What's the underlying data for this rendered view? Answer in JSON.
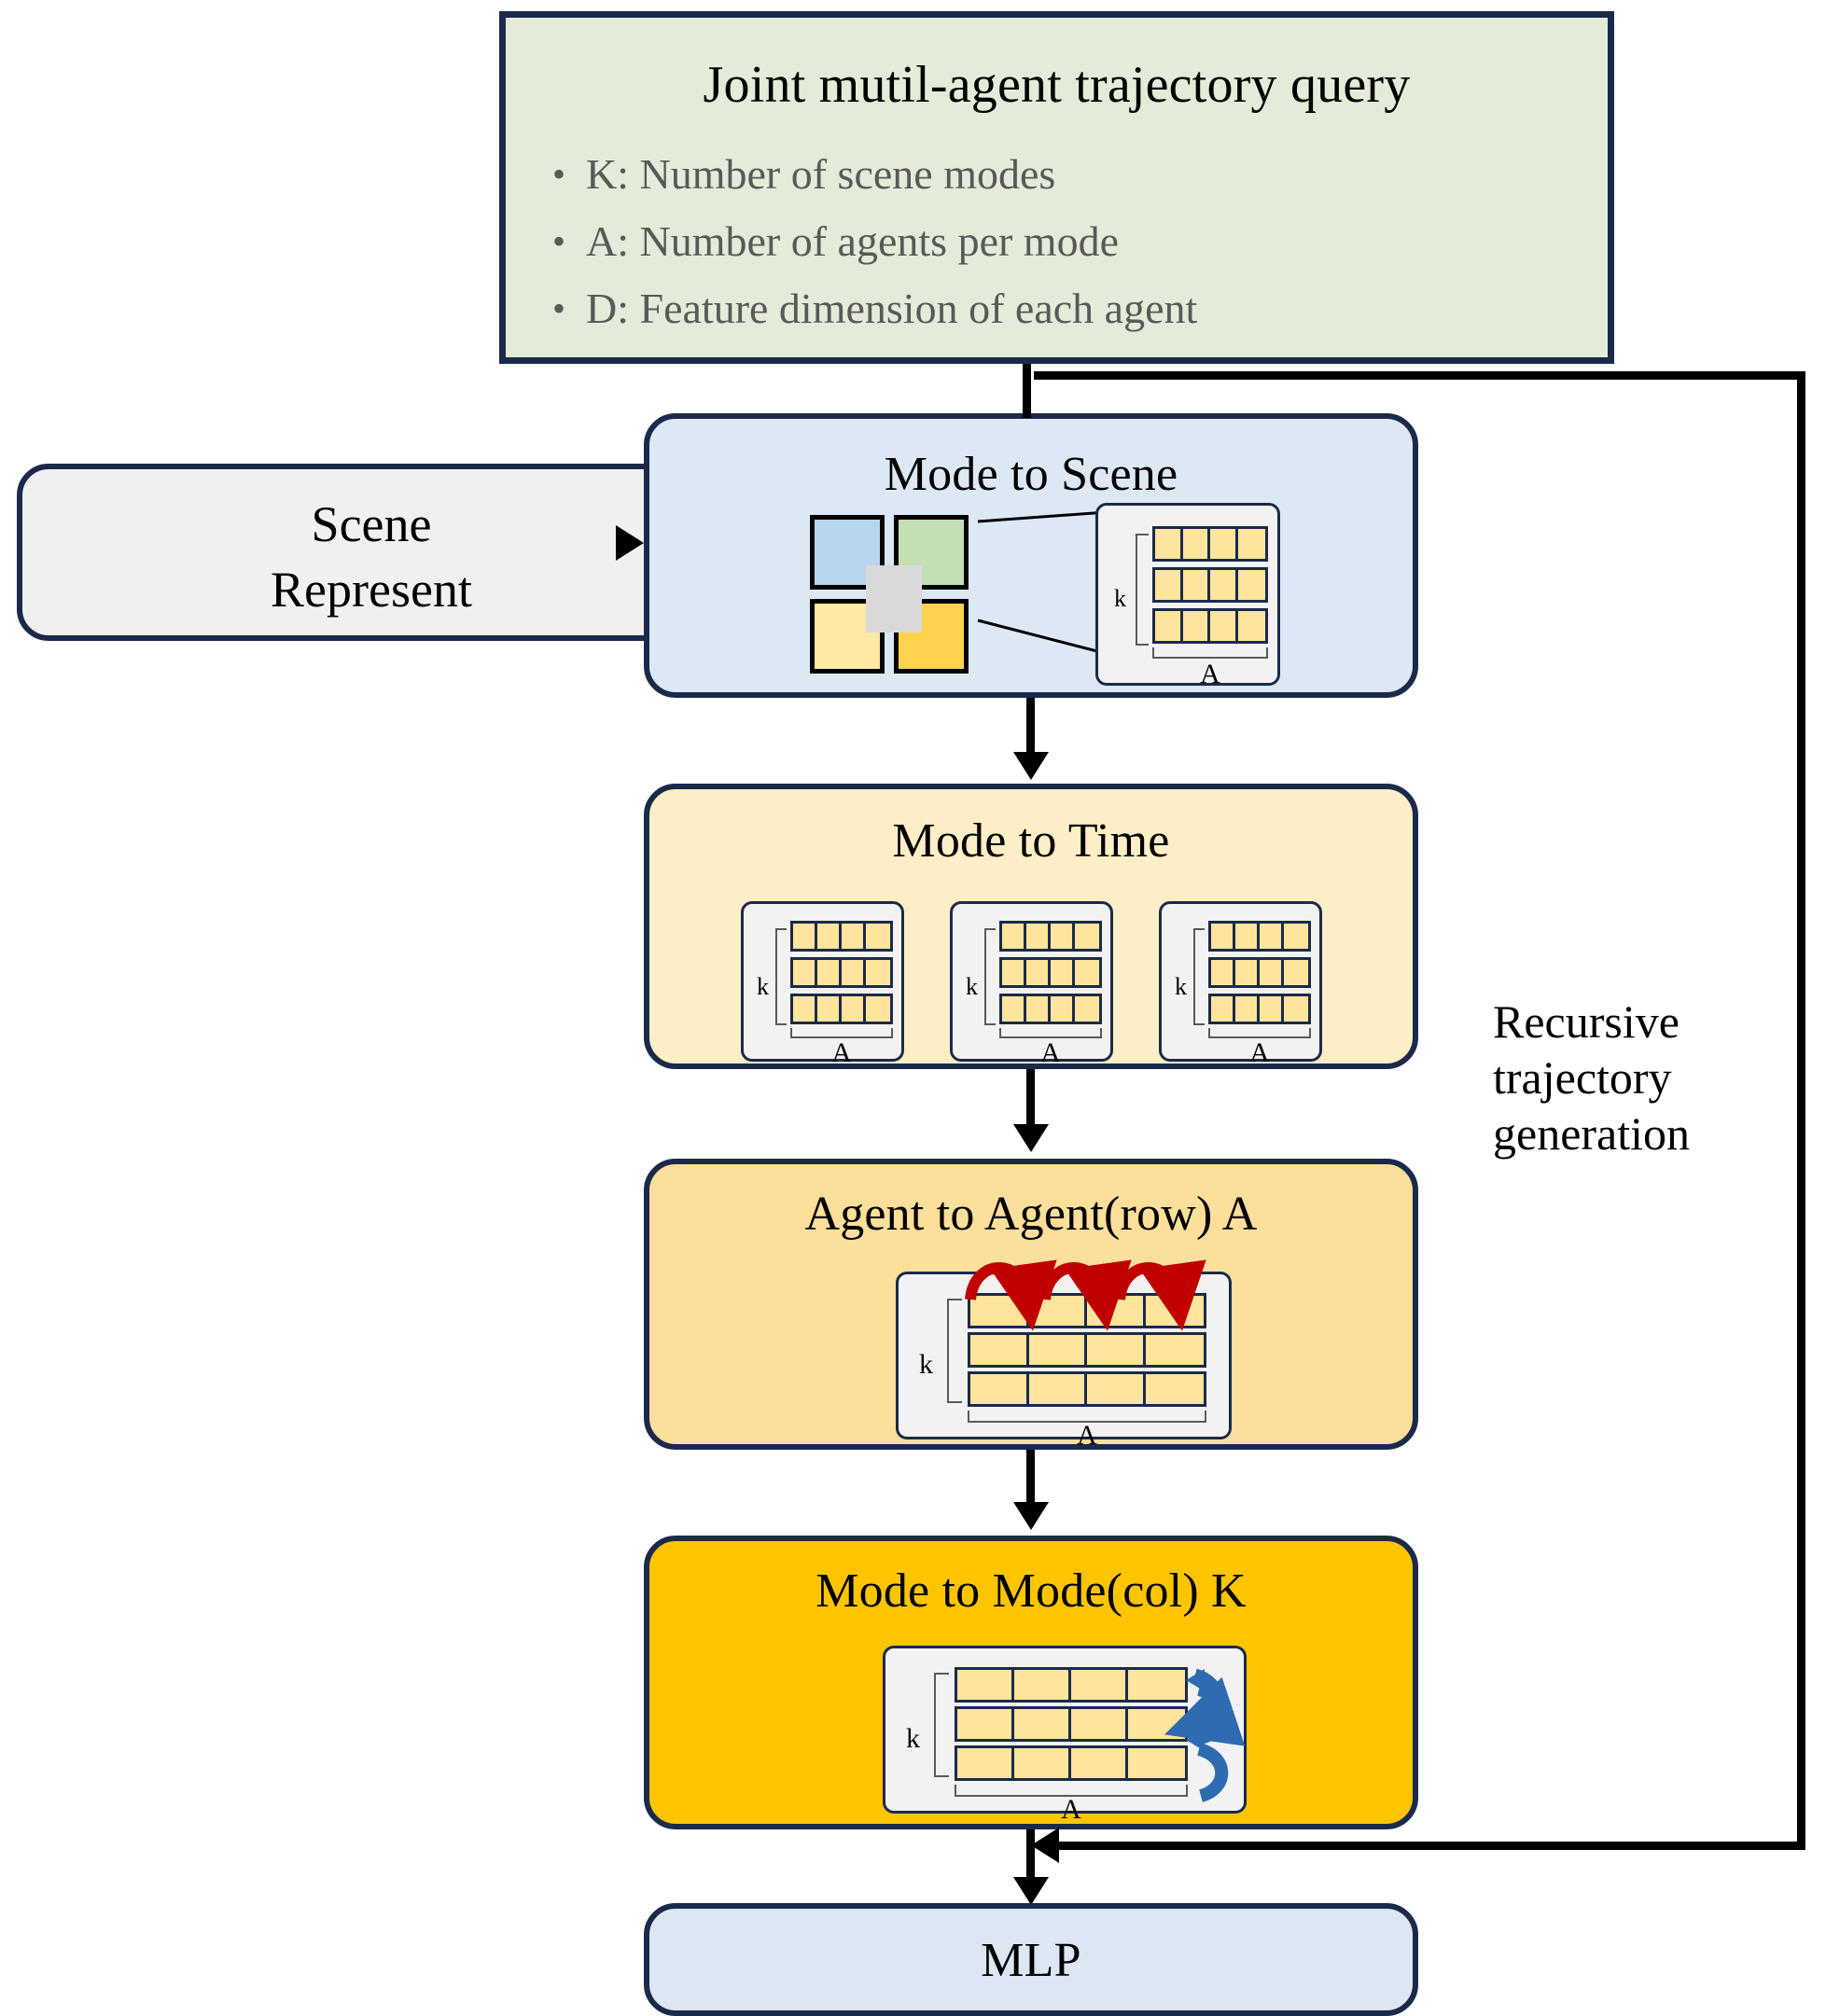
{
  "diagram": {
    "title": "Joint multi-agent trajectory decoder pipeline",
    "colors": {
      "border": "#1b2a4a",
      "query_box": "#e3ecd8",
      "scene_represent": "#f0f0f0",
      "mode_to_scene": "#dce9f5",
      "mode_to_time": "#fdeec6",
      "agent_to_agent": "#fbdf9a",
      "mode_to_mode": "#fdc500",
      "mlp": "#dce7f3",
      "cell_yellow": "#ffe49b",
      "red_arrow": "#c00000",
      "blue_arrow": "#2f6bb0",
      "bullet_text": "#595959"
    }
  },
  "query": {
    "title": "Joint mutil-agent trajectory query",
    "bullets": [
      {
        "marker": "•",
        "text": "K: Number of scene modes"
      },
      {
        "marker": "•",
        "text": "A: Number of agents per mode"
      },
      {
        "marker": "•",
        "text": "D: Feature dimension of each agent"
      }
    ]
  },
  "scene_represent": {
    "line1": "Scene",
    "line2": "Represent"
  },
  "stages": {
    "mode_to_scene": {
      "title": "Mode to Scene",
      "matrix": {
        "rows": 3,
        "cols": 4,
        "row_label": "k",
        "col_label": "A"
      },
      "swatches": [
        "#b8d4ee",
        "#c3dfb3",
        "#ffe9a3",
        "#ffd34d"
      ],
      "overlay": "#d9d9d9"
    },
    "mode_to_time": {
      "title": "Mode to Time",
      "cards": [
        {
          "rows": 3,
          "cols": 4,
          "row_label": "k",
          "col_label": "A"
        },
        {
          "rows": 3,
          "cols": 4,
          "row_label": "k",
          "col_label": "A"
        },
        {
          "rows": 3,
          "cols": 4,
          "row_label": "k",
          "col_label": "A"
        }
      ]
    },
    "agent_to_agent": {
      "title": "Agent to Agent(row) A",
      "matrix": {
        "rows": 3,
        "cols": 4,
        "row_label": "k",
        "col_label": "A"
      },
      "arrow_count": 3,
      "arrow_direction": "horizontal-row-wise"
    },
    "mode_to_mode": {
      "title": "Mode to Mode(col) K",
      "matrix": {
        "rows": 3,
        "cols": 4,
        "row_label": "k",
        "col_label": "A"
      },
      "arrow_count": 2,
      "arrow_direction": "vertical-column-wise"
    },
    "mlp": {
      "title": "MLP"
    }
  },
  "recursive": {
    "line1": "Recursive",
    "line2": "trajectory",
    "line3": "generation"
  }
}
